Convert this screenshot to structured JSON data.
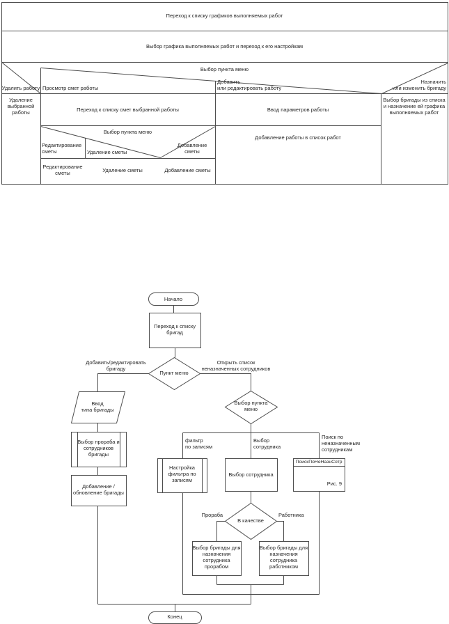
{
  "page": {
    "background": "#ffffff",
    "line_color": "#4d4d4d",
    "text_color": "#262626"
  },
  "table": {
    "row1": "Переход к списку графиков выполняемых работ",
    "row2": "Выбор графика выполняемых работ и переход к его настройкам",
    "menu_main": "Выбор пункта меню",
    "opt_delete_work": "Удалить работу",
    "opt_view_estimates": "Просмотр смет работы",
    "opt_add_edit_work": "Добавить\nили редактировать работу",
    "opt_assign_brigade": "Назначить\nили изменить бригаду",
    "cell_delete_work": "Удаление\nвыбранной\nработы",
    "cell_goto_estimates": "Переход к списку смет выбранной работы",
    "cell_work_params": "Ввод параметров работы",
    "cell_assign_brigade": "Выбор бригады из списка\nи назначение ей графика\nвыполняемых работ",
    "menu_estimates": "Выбор пункта меню",
    "opt_edit_estimate": "Редактирование\nсметы",
    "opt_delete_estimate": "Удаление сметы",
    "opt_add_estimate": "Добавление\nсметы",
    "cell_edit_estimate": "Редактирование\nсметы",
    "cell_delete_estimate": "Удаление сметы",
    "cell_add_estimate": "Добавление сметы",
    "cell_add_work": "Добавление работы в список работ"
  },
  "flowchart": {
    "start": "Начало",
    "goto_brigades": "Переход к списку\nбригад",
    "menu_item": "Пункт меню",
    "branch_add_edit": "Добавить/редактировать\nбригаду",
    "branch_open_list": "Открыть список\nненазначенных сотрудников",
    "input_brigade_type": "Ввод\nтипа бригады",
    "select_foreman": "Выбор прораба и\nсотрудников\nбригады",
    "add_update_brigade": "Добавление /\nобновление бригады",
    "menu_select": "Выбор пункта\nменю",
    "branch_filter": "фильтр\nпо записям",
    "branch_select_employee": "Выбор\nсотрудника",
    "branch_search": "Поиск по\nненазначенным\nсотрудникам",
    "filter_setup": "Настройка\nфильтра по\nзаписям",
    "select_employee": "Выбор сотрудника",
    "subroutine_name": "ПоискПоНеНазнСотр",
    "subroutine_ref": "Рис. 9",
    "as_role": "В качестве",
    "role_foreman": "Прораба",
    "role_worker": "Работника",
    "assign_as_foreman": "Выбор бригады для\nназначения\nсотрудника\nпрорабом",
    "assign_as_worker": "Выбор бригады для\nназначения\nсотрудника\nработником",
    "end": "Конец"
  }
}
